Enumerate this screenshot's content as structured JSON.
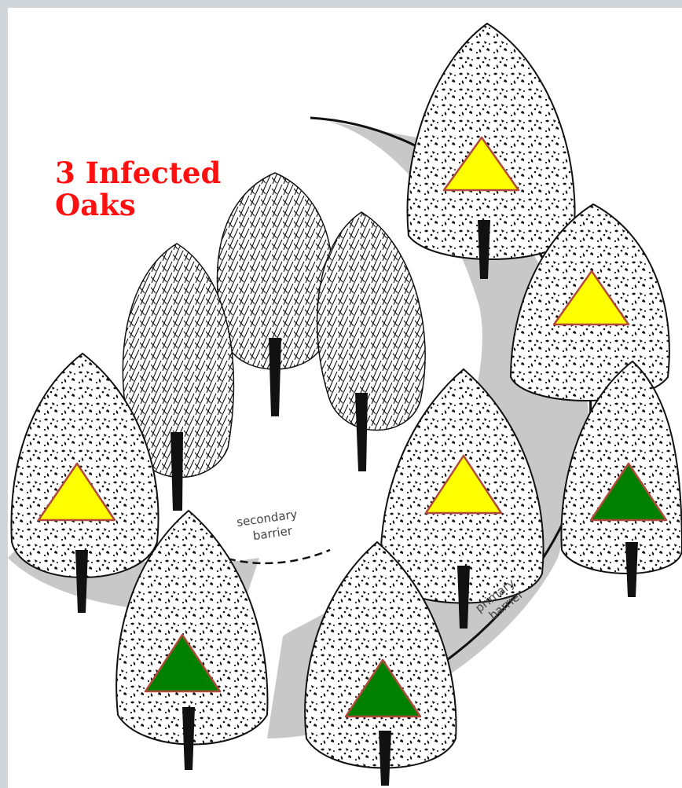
{
  "caption": {
    "line1": "3 Infected",
    "line2": "Oaks"
  },
  "labels": {
    "secondary_barrier": [
      "secondary",
      "barrier"
    ],
    "primary_barrier": [
      "primary",
      "barrier"
    ]
  },
  "colors": {
    "frame": "#d0d6da",
    "caption": "#ff1010",
    "barrier_fill": "#c8c8c8",
    "infected_marker": "#ffff00",
    "healthy_marker": "#008000",
    "marker_outline": "#b04a3a",
    "ink": "#111111"
  },
  "trees": [
    {
      "id": "bare-oak-center",
      "kind": "bare"
    },
    {
      "id": "bare-oak-left",
      "kind": "bare"
    },
    {
      "id": "bare-oak-right",
      "kind": "bare"
    },
    {
      "id": "leafy-oak-top-right",
      "kind": "leafy",
      "marker": "yellow"
    },
    {
      "id": "leafy-oak-right",
      "kind": "leafy",
      "marker": "yellow"
    },
    {
      "id": "leafy-oak-left",
      "kind": "leafy",
      "marker": "yellow"
    },
    {
      "id": "leafy-oak-center-right",
      "kind": "leafy",
      "marker": "yellow"
    },
    {
      "id": "leafy-oak-far-right",
      "kind": "leafy",
      "marker": "green"
    },
    {
      "id": "leafy-oak-bottom-left",
      "kind": "leafy",
      "marker": "green"
    },
    {
      "id": "leafy-oak-bottom-center",
      "kind": "leafy",
      "marker": "green"
    }
  ]
}
